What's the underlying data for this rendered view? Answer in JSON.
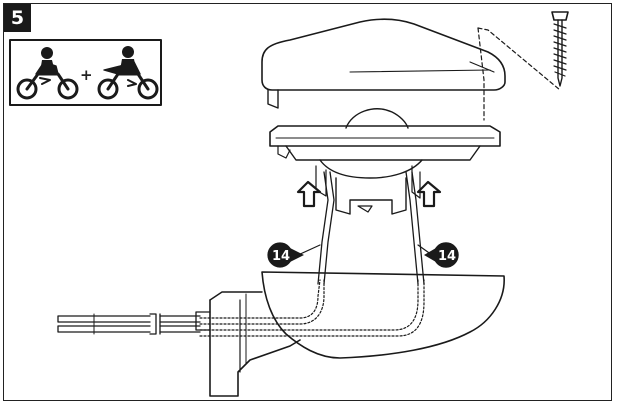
{
  "step": {
    "number": "5"
  },
  "rider_icons": {
    "operator": "+"
  },
  "callouts": [
    {
      "label": "14"
    },
    {
      "label": "14"
    }
  ],
  "colors": {
    "ink": "#1a1a1a",
    "paper": "#ffffff"
  }
}
